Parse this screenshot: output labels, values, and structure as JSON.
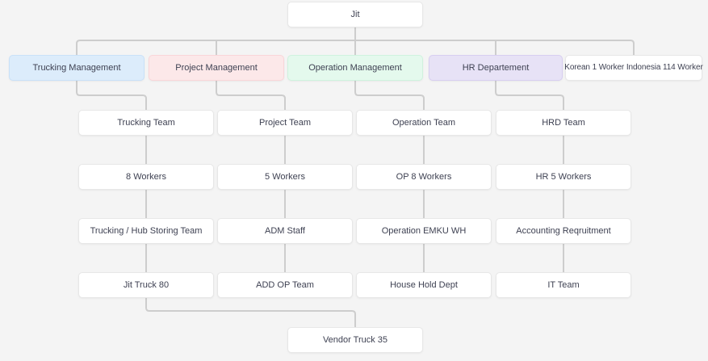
{
  "canvas": {
    "background": "#f4f4f4",
    "connector_color": "#cdcdcd"
  },
  "org_chart": {
    "root": {
      "label": "Jit"
    },
    "departments": [
      {
        "label": "Trucking Management",
        "bg": "#dcecfb",
        "border": "#c9e1f8"
      },
      {
        "label": "Project Management",
        "bg": "#fce8e9",
        "border": "#f9d6d9"
      },
      {
        "label": "Operation Management",
        "bg": "#e4f9ed",
        "border": "#cff2de"
      },
      {
        "label": "HR Departement",
        "bg": "#e7e2f6",
        "border": "#d7cef0"
      },
      {
        "label": "Korean 1 Worker Indonesia 114 Worker",
        "bg": "#ffffff",
        "border": "#e7e7e7"
      }
    ],
    "teams": [
      "Trucking Team",
      "Project Team",
      "Operation Team",
      "HRD Team"
    ],
    "workers": [
      "8 Workers",
      "5 Workers",
      "OP 8 Workers",
      "HR 5 Workers"
    ],
    "staff": [
      "Trucking / Hub Storing Team",
      "ADM Staff",
      "Operation EMKU WH",
      "Accounting Reqruitment"
    ],
    "units": [
      "Jit Truck 80",
      "ADD OP Team",
      "House Hold Dept",
      "IT Team"
    ],
    "vendor": {
      "label": "Vendor Truck 35"
    }
  }
}
